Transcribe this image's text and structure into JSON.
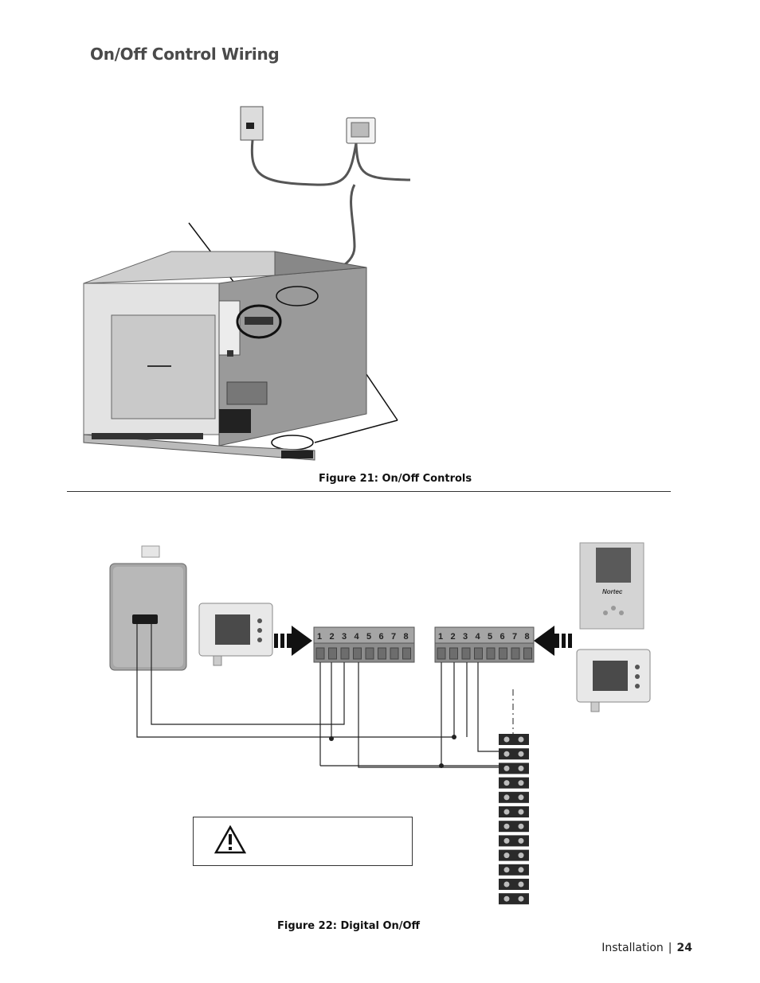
{
  "page": {
    "section_title": "On/Off Control Wiring",
    "figure21_caption": "Figure 21: On/Off Controls",
    "figure22_caption": "Figure 22: Digital On/Off",
    "footer_section": "Installation",
    "footer_separator": "|",
    "footer_page": "24"
  },
  "figure22": {
    "left_connector_numbers": [
      "1",
      "2",
      "3",
      "4",
      "5",
      "6",
      "7",
      "8"
    ],
    "right_connector_numbers": [
      "1",
      "2",
      "3",
      "4",
      "5",
      "6",
      "7",
      "8"
    ],
    "brand_logo": "Nortec",
    "icons": [
      "warning-icon",
      "arrow-right-icon",
      "arrow-left-icon"
    ]
  }
}
